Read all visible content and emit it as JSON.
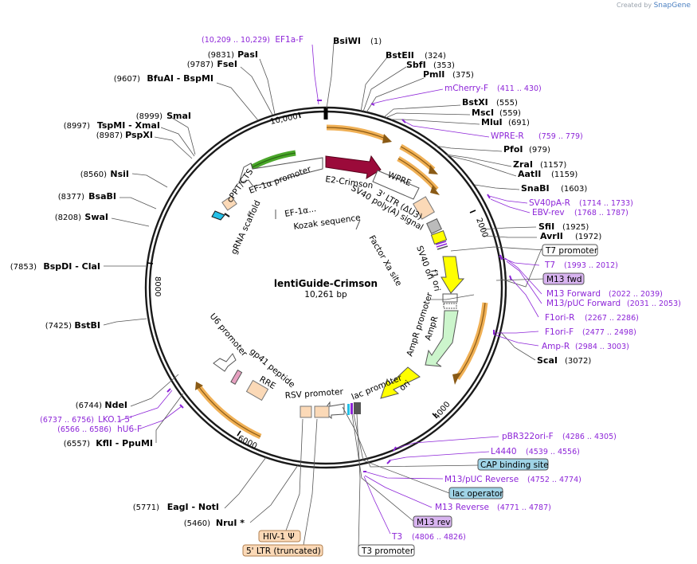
{
  "credit": {
    "prefix": "Created by",
    "brand": "SnapGene"
  },
  "plasmid": {
    "name": "lentiGuide-Crimson",
    "length": "10,261 bp"
  },
  "ticks": [
    "10,000",
    "2000",
    "4000",
    "6000",
    "8000"
  ],
  "enzymes_right": [
    {
      "name": "BsiWI",
      "pos": "(1)"
    },
    {
      "name": "BstEII",
      "pos": "(324)"
    },
    {
      "name": "SbfI",
      "pos": "(353)"
    },
    {
      "name": "PmlI",
      "pos": "(375)"
    },
    {
      "name": "BstXI",
      "pos": "(555)"
    },
    {
      "name": "MscI",
      "pos": "(559)"
    },
    {
      "name": "MluI",
      "pos": "(691)"
    },
    {
      "name": "PfoI",
      "pos": "(979)"
    },
    {
      "name": "ZraI",
      "pos": "(1157)"
    },
    {
      "name": "AatII",
      "pos": "(1159)"
    },
    {
      "name": "SnaBI",
      "pos": "(1603)"
    },
    {
      "name": "SfiI",
      "pos": "(1925)"
    },
    {
      "name": "AvrII",
      "pos": "(1972)"
    },
    {
      "name": "ScaI",
      "pos": "(3072)"
    }
  ],
  "enzymes_left": [
    {
      "name": "PasI",
      "pos": "(9831)"
    },
    {
      "name": "FseI",
      "pos": "(9787)"
    },
    {
      "name": "BfuAI - BspMI",
      "pos": "(9607)"
    },
    {
      "name": "SmaI",
      "pos": "(8999)"
    },
    {
      "name": "TspMI - XmaI",
      "pos": "(8997)"
    },
    {
      "name": "PspXI",
      "pos": "(8987)"
    },
    {
      "name": "NsiI",
      "pos": "(8560)"
    },
    {
      "name": "BsaBI",
      "pos": "(8377)"
    },
    {
      "name": "SwaI",
      "pos": "(8208)"
    },
    {
      "name": "BspDI - ClaI",
      "pos": "(7853)"
    },
    {
      "name": "BstBI",
      "pos": "(7425)"
    },
    {
      "name": "NdeI",
      "pos": "(6744)"
    },
    {
      "name": "KflI - PpuMI",
      "pos": "(6557)"
    },
    {
      "name": "EagI - NotI",
      "pos": "(5771)"
    },
    {
      "name": "NruI *",
      "pos": "(5460)"
    }
  ],
  "primers": [
    {
      "name": "EF1a-F",
      "pos": "(10,209 .. 10,229)"
    },
    {
      "name": "mCherry-F",
      "pos": "(411 .. 430)"
    },
    {
      "name": "WPRE-R",
      "pos": "(759 .. 779)"
    },
    {
      "name": "SV40pA-R",
      "pos": "(1714 .. 1733)"
    },
    {
      "name": "EBV-rev",
      "pos": "(1768 .. 1787)"
    },
    {
      "name": "T7",
      "pos": "(1993 .. 2012)"
    },
    {
      "name": "M13 Forward",
      "pos": "(2022 .. 2039)"
    },
    {
      "name": "M13/pUC Forward",
      "pos": "(2031 .. 2053)"
    },
    {
      "name": "F1ori-R",
      "pos": "(2267 .. 2286)"
    },
    {
      "name": "F1ori-F",
      "pos": "(2477 .. 2498)"
    },
    {
      "name": "Amp-R",
      "pos": "(2984 .. 3003)"
    },
    {
      "name": "pBR322ori-F",
      "pos": "(4286 .. 4305)"
    },
    {
      "name": "L4440",
      "pos": "(4539 .. 4556)"
    },
    {
      "name": "M13/pUC Reverse",
      "pos": "(4752 .. 4774)"
    },
    {
      "name": "M13 Reverse",
      "pos": "(4771 .. 4787)"
    },
    {
      "name": "T3",
      "pos": "(4806 .. 4826)"
    },
    {
      "name": "LKO.1 5'",
      "pos": "(6737 .. 6756)"
    },
    {
      "name": "hU6-F",
      "pos": "(6566 .. 6586)"
    }
  ],
  "boxed_labels": [
    {
      "name": "T7 promoter",
      "fill": "#ffffff"
    },
    {
      "name": "M13 fwd",
      "fill": "#d8b4f0"
    },
    {
      "name": "CAP binding site",
      "fill": "#9fd3e6"
    },
    {
      "name": "lac operator",
      "fill": "#9fd3e6"
    },
    {
      "name": "M13 rev",
      "fill": "#d8b4f0"
    },
    {
      "name": "HIV-1 Ψ",
      "fill": "#fbd9b7"
    },
    {
      "name": "5' LTR (truncated)",
      "fill": "#fbd9b7"
    },
    {
      "name": "T3 promoter",
      "fill": "#ffffff"
    }
  ],
  "features": [
    "E2-Crimson",
    "EF-1α promoter",
    "WPRE",
    "3' LTR (ΔU3)",
    "SV40 poly(A) signal",
    "cPPT/CTS",
    "EF-1α...",
    "Kozak sequence",
    "gRNA scaffold",
    "Factor Xa site",
    "SV40 ori",
    "f1 ori",
    "AmpR promoter",
    "AmpR",
    "ori",
    "lac promoter",
    "RSV promoter",
    "RRE",
    "gp41 peptide",
    "U6 promoter"
  ],
  "colors": {
    "primer": "#8d25d8",
    "crimson": "#9b0a3a",
    "orf_orange": "#f0b055",
    "ef1a_green": "#4aa62a",
    "yellow": "#ffff00",
    "ampr": "#ccf5cc",
    "misc_feature": "#fbd9b7",
    "cyan": "#25c0e8"
  }
}
